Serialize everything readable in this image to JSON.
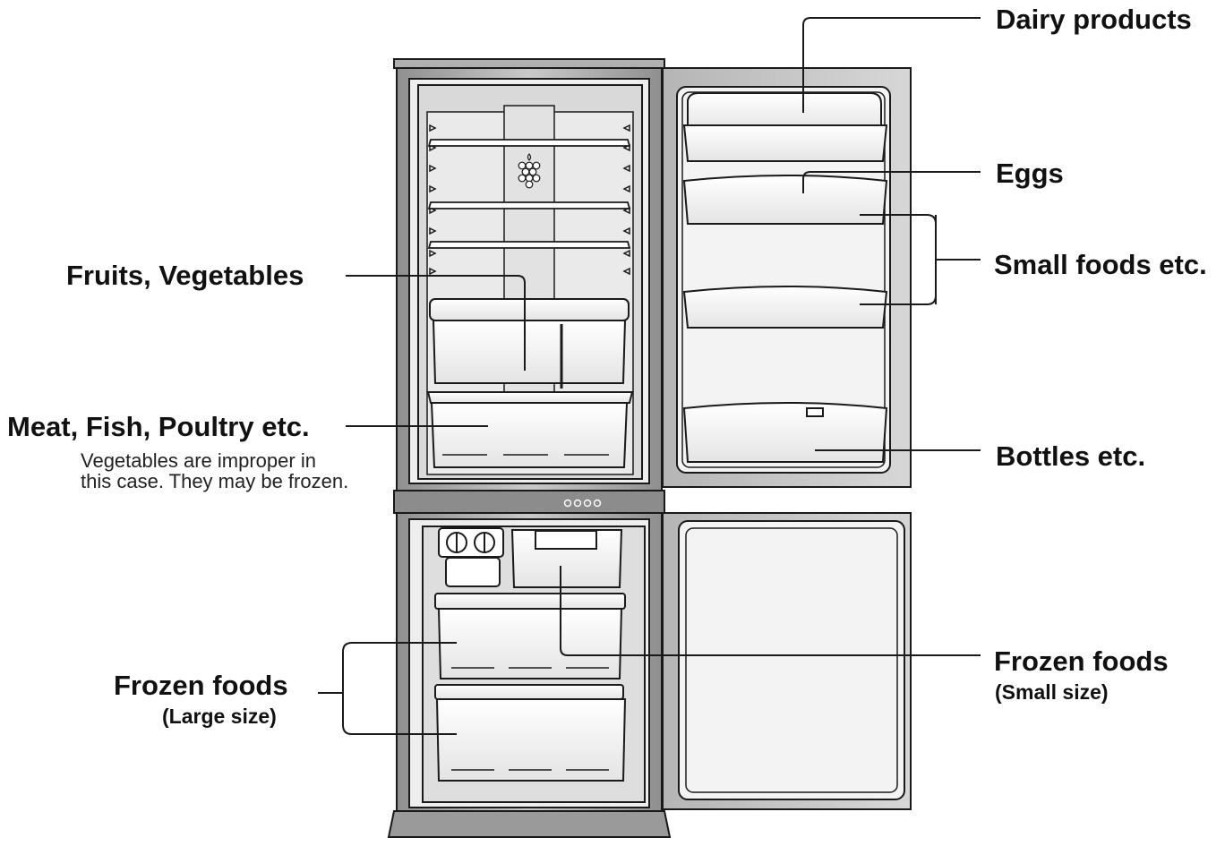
{
  "labels": {
    "dairy": "Dairy products",
    "eggs": "Eggs",
    "small_foods": "Small foods etc.",
    "bottles": "Bottles etc.",
    "fruits": "Fruits, Vegetables",
    "meat": "Meat, Fish, Poultry etc.",
    "meat_note": "Vegetables are improper in this case. They may be frozen.",
    "frozen_large": "Frozen foods",
    "frozen_large_sub": "(Large size)",
    "frozen_small": "Frozen foods",
    "frozen_small_sub": "(Small size)"
  },
  "colors": {
    "outline": "#1a1a1a",
    "body_gray": "#a9a9a9",
    "interior_gray": "#d6d6d6",
    "panel_light": "#f3f3f3",
    "divider_band": "#8c8c8c"
  }
}
